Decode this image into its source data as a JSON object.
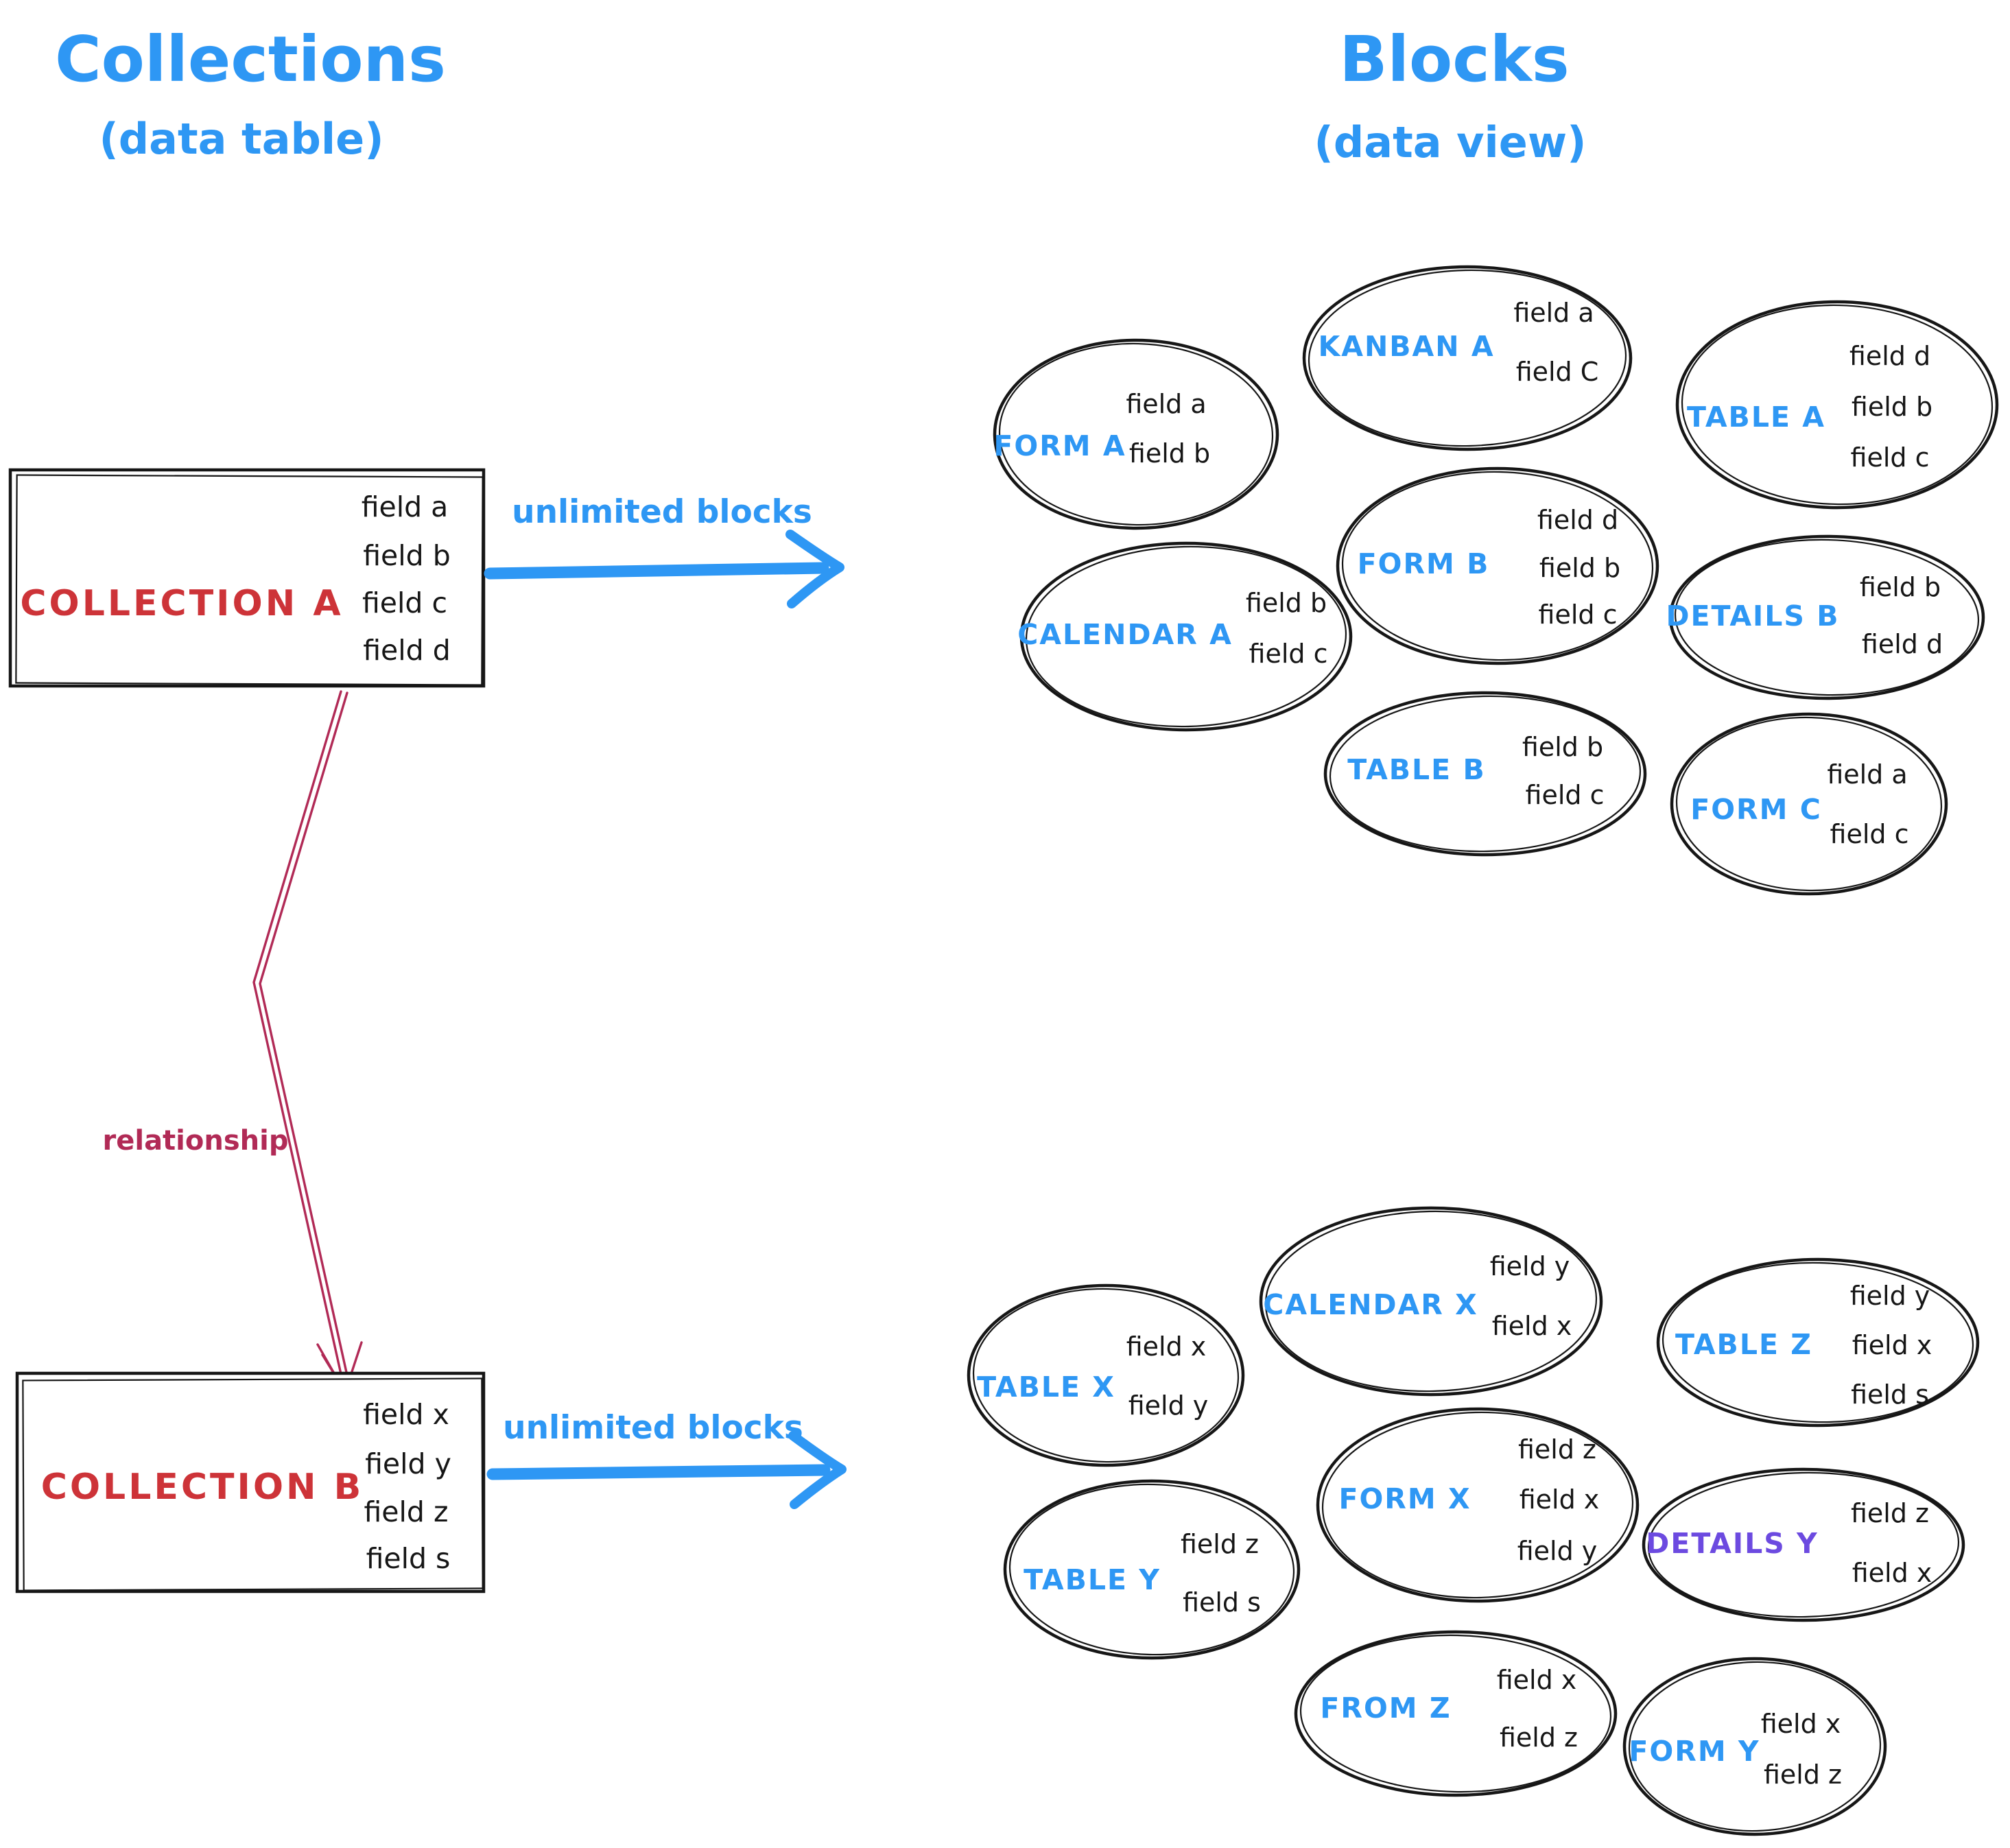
{
  "colors": {
    "blue": "#2e97f4",
    "red": "#cd3338",
    "maroon": "#b12a56",
    "purple": "#6c4ae0",
    "ink": "#161616"
  },
  "left_column": {
    "title": "Collections",
    "subtitle": "(data table)"
  },
  "right_column": {
    "title": "Blocks",
    "subtitle": "(data view)"
  },
  "collections": [
    {
      "name": "COLLECTION A",
      "fields": [
        "field a",
        "field b",
        "field c",
        "field d"
      ]
    },
    {
      "name": "COLLECTION B",
      "fields": [
        "field x",
        "field y",
        "field z",
        "field s"
      ]
    }
  ],
  "relationship": {
    "label": "relationship"
  },
  "arrows": {
    "top_label": "unlimited blocks",
    "bottom_label": "unlimited blocks"
  },
  "blocks_a": [
    {
      "label": "FORM A",
      "fields": [
        "field a",
        "field b"
      ]
    },
    {
      "label": "KANBAN A",
      "fields": [
        "field a",
        "field C"
      ]
    },
    {
      "label": "TABLE A",
      "fields": [
        "field d",
        "field b",
        "field c"
      ]
    },
    {
      "label": "FORM B",
      "fields": [
        "field d",
        "field b",
        "field c"
      ]
    },
    {
      "label": "CALENDAR A",
      "fields": [
        "field b",
        "field c"
      ]
    },
    {
      "label": "DETAILS B",
      "fields": [
        "field b",
        "field d"
      ]
    },
    {
      "label": "TABLE B",
      "fields": [
        "field b",
        "field c"
      ]
    },
    {
      "label": "FORM C",
      "fields": [
        "field a",
        "field c"
      ]
    }
  ],
  "blocks_b": [
    {
      "label": "TABLE X",
      "fields": [
        "field x",
        "field y"
      ]
    },
    {
      "label": "CALENDAR X",
      "fields": [
        "field y",
        "field x"
      ]
    },
    {
      "label": "TABLE Z",
      "fields": [
        "field y",
        "field x",
        "field s"
      ]
    },
    {
      "label": "FORM X",
      "fields": [
        "field z",
        "field x",
        "field y"
      ]
    },
    {
      "label": "TABLE Y",
      "fields": [
        "field z",
        "field s"
      ]
    },
    {
      "label": "DETAILS Y",
      "fields": [
        "field z",
        "field x"
      ],
      "label_color": "#6c4ae0"
    },
    {
      "label": "FROM Z",
      "fields": [
        "field x",
        "field z"
      ]
    },
    {
      "label": "FORM Y",
      "fields": [
        "field x",
        "field z"
      ]
    }
  ]
}
